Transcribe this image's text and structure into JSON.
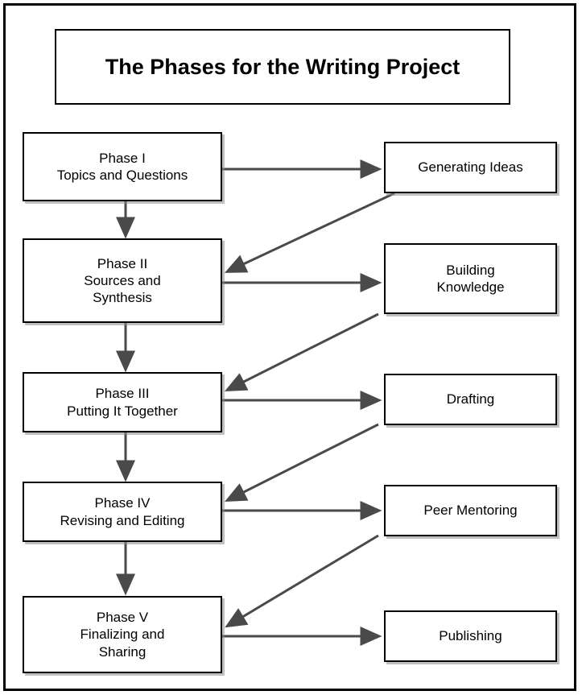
{
  "title": {
    "text": "The Phases for the Writing Project"
  },
  "phases": [
    {
      "id": "phase-1",
      "label": "Phase I\nTopics and Questions"
    },
    {
      "id": "phase-2",
      "label": "Phase II\nSources and\nSynthesis"
    },
    {
      "id": "phase-3",
      "label": "Phase III\nPutting It Together"
    },
    {
      "id": "phase-4",
      "label": "Phase IV\nRevising and Editing"
    },
    {
      "id": "phase-5",
      "label": "Phase V\nFinalizing and\nSharing"
    }
  ],
  "activities": [
    {
      "id": "activity-1",
      "label": "Generating Ideas"
    },
    {
      "id": "activity-2",
      "label": "Building\nKnowledge"
    },
    {
      "id": "activity-3",
      "label": "Drafting"
    },
    {
      "id": "activity-4",
      "label": "Peer Mentoring"
    },
    {
      "id": "activity-5",
      "label": "Publishing"
    }
  ],
  "colors": {
    "stroke": "#000000",
    "connector": "#4a4a4a",
    "background": "#ffffff"
  },
  "connectors": {
    "vertical_flow": [
      "phase-1 to phase-2",
      "phase-2 to phase-3",
      "phase-3 to phase-4",
      "phase-4 to phase-5"
    ],
    "phase_to_activity": [
      "phase-1 to activity-1",
      "phase-2 to activity-2",
      "phase-3 to activity-3",
      "phase-4 to activity-4",
      "phase-5 to activity-5"
    ],
    "activity_to_next_phase": [
      "activity-1 to phase-2",
      "activity-2 to phase-3",
      "activity-3 to phase-4",
      "activity-4 to phase-5"
    ]
  }
}
